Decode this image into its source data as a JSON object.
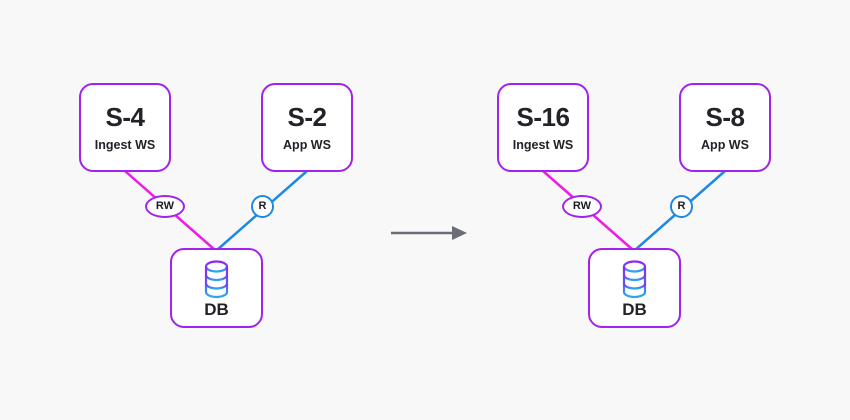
{
  "figure": {
    "description": "Scaling before/after architecture diagram",
    "transition_arrow": "right"
  },
  "colors": {
    "background": "#f8f8f9",
    "node_border_purple": "#a322ec",
    "edge_magenta": "#ed1ce6",
    "edge_blue": "#1e88e5",
    "arrow_gray": "#6a6d78",
    "text": "#222228",
    "db_icon_top": "#9c1ff2",
    "db_icon_mid": "#6452f0",
    "db_icon_bottom": "#29a8f0"
  },
  "diagrams": [
    {
      "id": "before",
      "nodes": {
        "ingest": {
          "title": "S-4",
          "subtitle": "Ingest WS"
        },
        "app": {
          "title": "S-2",
          "subtitle": "App WS"
        },
        "db": {
          "label": "DB"
        }
      },
      "edges": {
        "ingest_db": {
          "label": "RW",
          "color": "#ed1ce6"
        },
        "app_db": {
          "label": "R",
          "color": "#1e88e5"
        }
      }
    },
    {
      "id": "after",
      "nodes": {
        "ingest": {
          "title": "S-16",
          "subtitle": "Ingest WS"
        },
        "app": {
          "title": "S-8",
          "subtitle": "App WS"
        },
        "db": {
          "label": "DB"
        }
      },
      "edges": {
        "ingest_db": {
          "label": "RW",
          "color": "#ed1ce6"
        },
        "app_db": {
          "label": "R",
          "color": "#1e88e5"
        }
      }
    }
  ]
}
